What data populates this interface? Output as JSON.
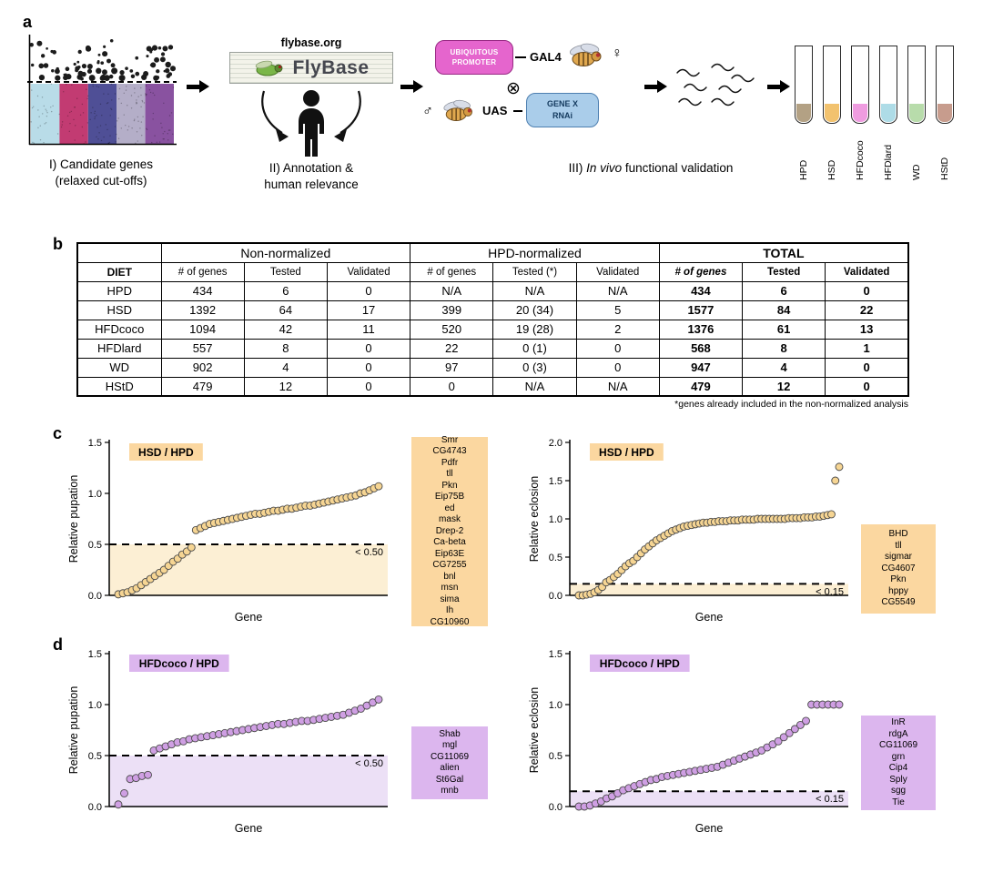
{
  "figure": {
    "panel_labels": {
      "a": "a",
      "b": "b",
      "c": "c",
      "d": "d"
    }
  },
  "panel_a": {
    "step1": {
      "caption_line1": "I) Candidate genes",
      "caption_line2": "(relaxed cut-offs)"
    },
    "flybase": {
      "url_text": "flybase.org",
      "logo_text": "FlyBase"
    },
    "step2": {
      "caption_line1": "II) Annotation &",
      "caption_line2": "human relevance"
    },
    "cross": {
      "promoter_line1": "UBIQUITOUS",
      "promoter_line2": "PROMOTER",
      "gal4": "GAL4",
      "female_symbol": "♀",
      "cross_symbol": "⊗",
      "male_symbol": "♂",
      "uas": "UAS",
      "gene_line1": "GENE X",
      "gene_line2": "RNAi"
    },
    "step3": {
      "prefix": "III) ",
      "italic": "In vivo",
      "rest": " functional validation"
    },
    "tubes": [
      {
        "label": "HPD",
        "color": "#b3a184"
      },
      {
        "label": "HSD",
        "color": "#f2c26e"
      },
      {
        "label": "HFDcoco",
        "color": "#ef9ce0"
      },
      {
        "label": "HFDlard",
        "color": "#aedce7"
      },
      {
        "label": "WD",
        "color": "#b8dcab"
      },
      {
        "label": "HStD",
        "color": "#c79c8d"
      }
    ],
    "manhattan": {
      "band_colors": [
        "#b9dce8",
        "#c23b72",
        "#4f4f96",
        "#b4aec8",
        "#8952a0"
      ]
    }
  },
  "panel_b": {
    "group_headers": [
      "Non-normalized",
      "HPD-normalized",
      "TOTAL"
    ],
    "diet_header": "DIET",
    "sub_headers": [
      "# of genes",
      "Tested",
      "Validated",
      "# of genes",
      "Tested (*)",
      "Validated",
      "# of genes",
      "Tested",
      "Validated"
    ],
    "rows": [
      {
        "diet": "HPD",
        "cells": [
          "434",
          "6",
          "0",
          "N/A",
          "N/A",
          "N/A",
          "434",
          "6",
          "0"
        ]
      },
      {
        "diet": "HSD",
        "cells": [
          "1392",
          "64",
          "17",
          "399",
          "20 (34)",
          "5",
          "1577",
          "84",
          "22"
        ]
      },
      {
        "diet": "HFDcoco",
        "cells": [
          "1094",
          "42",
          "11",
          "520",
          "19 (28)",
          "2",
          "1376",
          "61",
          "13"
        ]
      },
      {
        "diet": "HFDlard",
        "cells": [
          "557",
          "8",
          "0",
          "22",
          "0 (1)",
          "0",
          "568",
          "8",
          "1"
        ]
      },
      {
        "diet": "WD",
        "cells": [
          "902",
          "4",
          "0",
          "97",
          "0 (3)",
          "0",
          "947",
          "4",
          "0"
        ]
      },
      {
        "diet": "HStD",
        "cells": [
          "479",
          "12",
          "0",
          "0",
          "N/A",
          "N/A",
          "479",
          "12",
          "0"
        ]
      }
    ],
    "footnote": "*genes already included in the non-normalized analysis"
  },
  "chart_data": [
    {
      "id": "hsd_pupation",
      "type": "scatter",
      "title": "HSD / HPD",
      "xlabel": "Gene",
      "ylabel": "Relative pupation",
      "ylim": [
        0,
        1.5
      ],
      "yticks": [
        0.0,
        0.5,
        1.0,
        1.5
      ],
      "threshold": 0.5,
      "threshold_label": "< 0.50",
      "point_color": "#f6d593",
      "badge_bg": "#fbd7a0",
      "shade_color": "#fcefd4",
      "values": [
        0.01,
        0.02,
        0.03,
        0.05,
        0.07,
        0.1,
        0.13,
        0.16,
        0.19,
        0.22,
        0.25,
        0.29,
        0.33,
        0.36,
        0.4,
        0.43,
        0.47,
        0.64,
        0.66,
        0.68,
        0.7,
        0.71,
        0.72,
        0.73,
        0.74,
        0.75,
        0.76,
        0.77,
        0.78,
        0.79,
        0.8,
        0.8,
        0.81,
        0.82,
        0.83,
        0.83,
        0.84,
        0.85,
        0.85,
        0.86,
        0.87,
        0.88,
        0.88,
        0.89,
        0.9,
        0.91,
        0.92,
        0.93,
        0.94,
        0.95,
        0.96,
        0.97,
        0.98,
        1.0,
        1.01,
        1.03,
        1.05,
        1.07
      ],
      "gene_box": {
        "bg": "#fbd7a0",
        "genes": [
          "Smr",
          "CG4743",
          "Pdfr",
          "tll",
          "Pkn",
          "Eip75B",
          "ed",
          "mask",
          "Drep-2",
          "Ca-beta",
          "Eip63E",
          "CG7255",
          "bnl",
          "msn",
          "sima",
          "Ih",
          "CG10960"
        ]
      }
    },
    {
      "id": "hsd_eclosion",
      "type": "scatter",
      "title": "HSD / HPD",
      "xlabel": "Gene",
      "ylabel": "Relative eclosion",
      "ylim": [
        0,
        2.0
      ],
      "yticks": [
        0.0,
        0.5,
        1.0,
        1.5,
        2.0
      ],
      "threshold": 0.15,
      "threshold_label": "< 0.15",
      "point_color": "#f6d593",
      "badge_bg": "#fbd7a0",
      "shade_color": "#fcefd4",
      "values": [
        0.0,
        0.0,
        0.01,
        0.02,
        0.04,
        0.07,
        0.11,
        0.17,
        0.2,
        0.24,
        0.28,
        0.33,
        0.38,
        0.42,
        0.45,
        0.5,
        0.55,
        0.6,
        0.64,
        0.68,
        0.72,
        0.75,
        0.78,
        0.81,
        0.84,
        0.86,
        0.88,
        0.9,
        0.91,
        0.92,
        0.93,
        0.94,
        0.95,
        0.95,
        0.96,
        0.96,
        0.97,
        0.97,
        0.97,
        0.98,
        0.98,
        0.98,
        0.99,
        0.99,
        0.99,
        0.99,
        1.0,
        1.0,
        1.0,
        1.0,
        1.0,
        1.0,
        1.0,
        1.0,
        1.01,
        1.01,
        1.01,
        1.01,
        1.02,
        1.02,
        1.02,
        1.03,
        1.03,
        1.04,
        1.05,
        1.06,
        1.5,
        1.68
      ],
      "gene_box": {
        "bg": "#fbd7a0",
        "genes": [
          "BHD",
          "tll",
          "sigmar",
          "CG4607",
          "Pkn",
          "hppy",
          "CG5549"
        ]
      }
    },
    {
      "id": "hfdcoco_pupation",
      "type": "scatter",
      "title": "HFDcoco / HPD",
      "xlabel": "Gene",
      "ylabel": "Relative pupation",
      "ylim": [
        0,
        1.5
      ],
      "yticks": [
        0.0,
        0.5,
        1.0,
        1.5
      ],
      "threshold": 0.5,
      "threshold_label": "< 0.50",
      "point_color": "#cf9fe3",
      "badge_bg": "#dcb6ee",
      "shade_color": "#ece0f6",
      "values": [
        0.02,
        0.13,
        0.27,
        0.28,
        0.3,
        0.31,
        0.55,
        0.57,
        0.59,
        0.61,
        0.63,
        0.64,
        0.66,
        0.67,
        0.68,
        0.69,
        0.7,
        0.71,
        0.72,
        0.73,
        0.74,
        0.75,
        0.76,
        0.77,
        0.78,
        0.79,
        0.8,
        0.81,
        0.81,
        0.82,
        0.83,
        0.84,
        0.84,
        0.85,
        0.86,
        0.87,
        0.88,
        0.89,
        0.9,
        0.92,
        0.94,
        0.96,
        0.99,
        1.02,
        1.05
      ],
      "gene_box": {
        "bg": "#dcb6ee",
        "genes": [
          "Shab",
          "mgl",
          "CG11069",
          "alien",
          "St6Gal",
          "mnb"
        ]
      }
    },
    {
      "id": "hfdcoco_eclosion",
      "type": "scatter",
      "title": "HFDcoco / HPD",
      "xlabel": "Gene",
      "ylabel": "Relative eclosion",
      "ylim": [
        0,
        1.5
      ],
      "yticks": [
        0.0,
        0.5,
        1.0,
        1.5
      ],
      "threshold": 0.15,
      "threshold_label": "< 0.15",
      "point_color": "#cf9fe3",
      "badge_bg": "#dcb6ee",
      "shade_color": "#ece0f6",
      "values": [
        0.0,
        0.0,
        0.01,
        0.03,
        0.05,
        0.08,
        0.1,
        0.13,
        0.16,
        0.18,
        0.2,
        0.22,
        0.24,
        0.26,
        0.27,
        0.29,
        0.3,
        0.31,
        0.32,
        0.33,
        0.34,
        0.35,
        0.36,
        0.37,
        0.38,
        0.39,
        0.41,
        0.43,
        0.45,
        0.47,
        0.49,
        0.51,
        0.53,
        0.55,
        0.58,
        0.61,
        0.64,
        0.68,
        0.72,
        0.76,
        0.8,
        0.84,
        1.0,
        1.0,
        1.0,
        1.0,
        1.0,
        1.0
      ],
      "gene_box": {
        "bg": "#dcb6ee",
        "genes": [
          "InR",
          "rdgA",
          "CG11069",
          "grn",
          "Cip4",
          "Sply",
          "sgg",
          "Tie"
        ]
      }
    }
  ]
}
